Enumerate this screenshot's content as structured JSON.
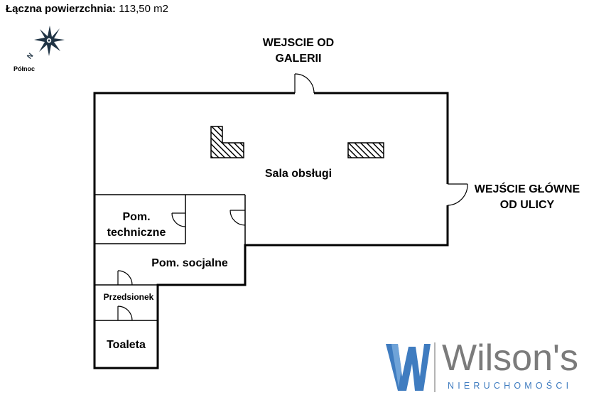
{
  "header": {
    "area_label": "Łączna powierzchnia:",
    "area_value": "113,50 m2"
  },
  "compass": {
    "icon": "compass-star-icon",
    "letter": "N",
    "label": "Północ"
  },
  "entrances": {
    "gallery_line1": "WEJSCIE OD",
    "gallery_line2": "GALERII",
    "main_line1": "WEJŚCIE GŁÓWNE",
    "main_line2": "OD ULICY"
  },
  "rooms": {
    "main_hall": "Sala obsługi",
    "technical_line1": "Pom.",
    "technical_line2": "techniczne",
    "social": "Pom. socjalne",
    "vestibule": "Przedsionek",
    "toilet": "Toaleta"
  },
  "brand": {
    "name": "Wilson's",
    "tagline": "NIERUCHOMOŚCI",
    "logo_icon": "wilsons-w-logo-icon",
    "accent_color": "#3f7cc0",
    "text_color": "#7b7b7b"
  }
}
